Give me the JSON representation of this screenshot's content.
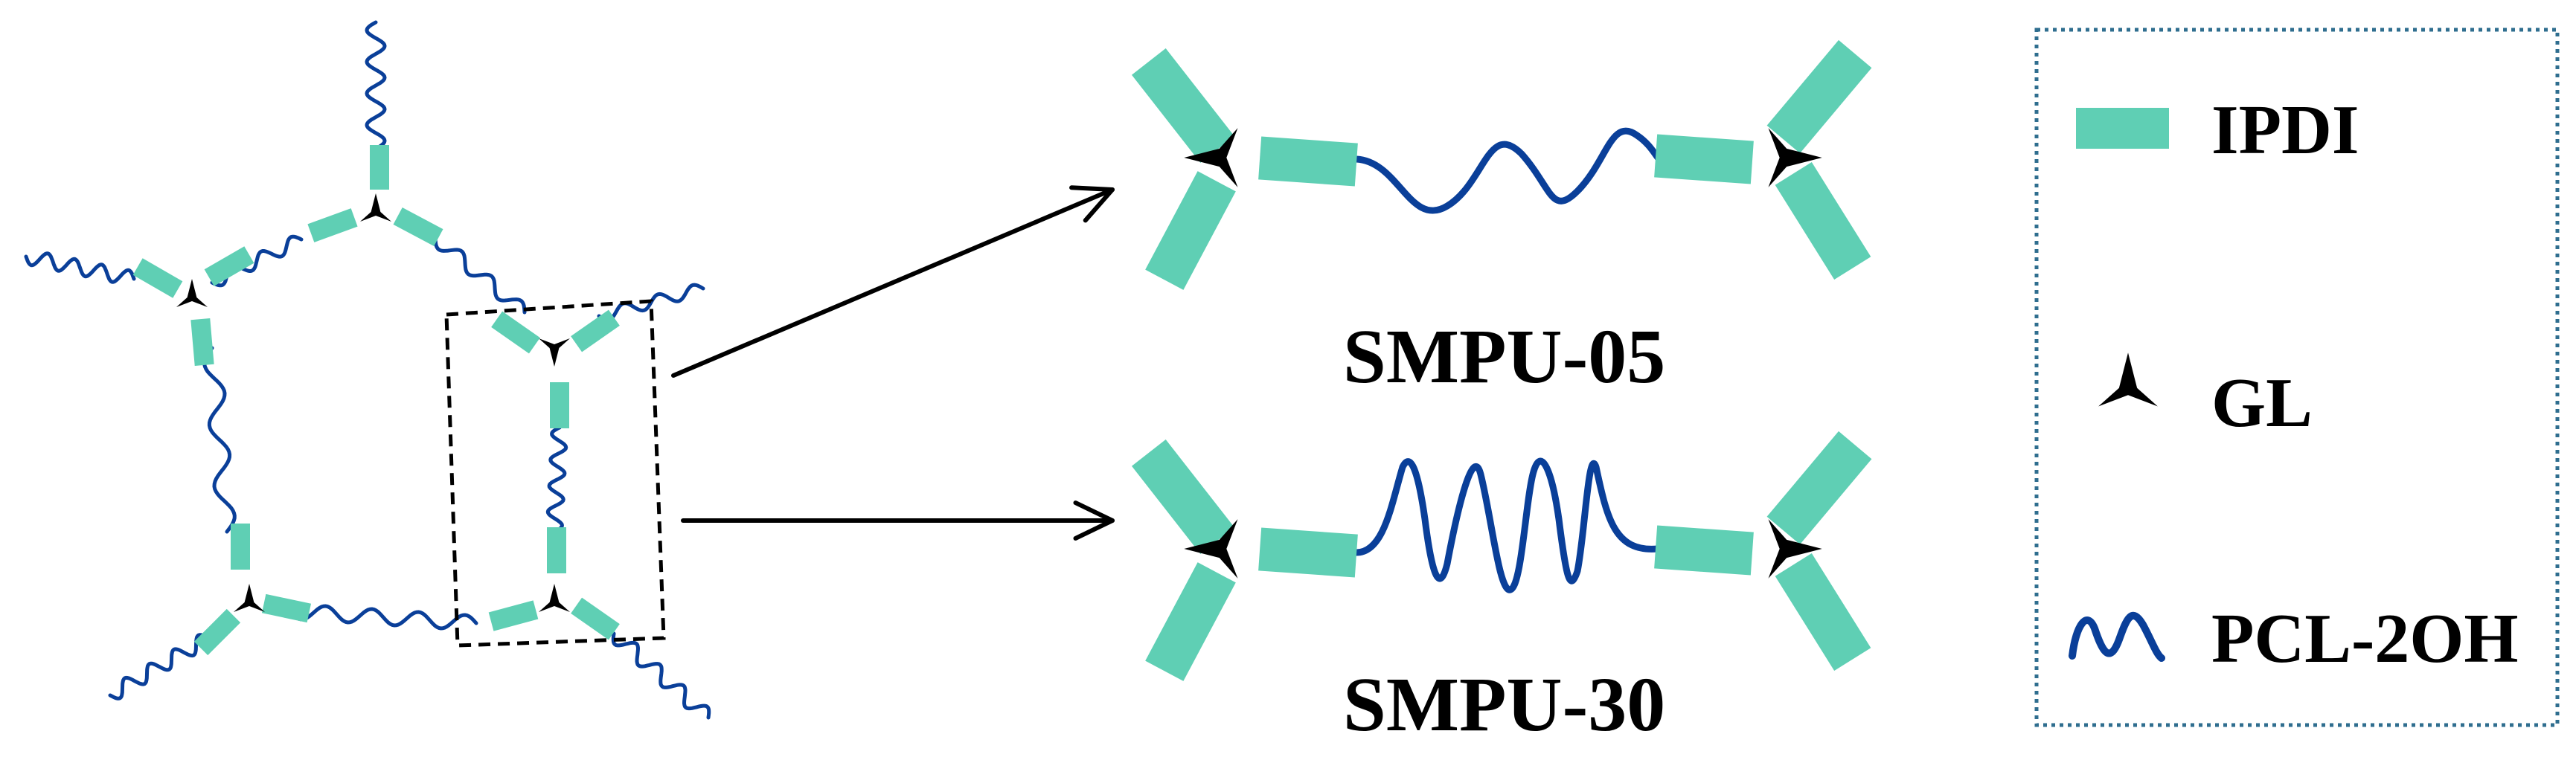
{
  "colors": {
    "ipdi": "#5fcfb4",
    "pcl_chain": "#0a3f99",
    "gl": "#000000",
    "arrow": "#000000",
    "legend_border": "#2f6e8f",
    "selection_box": "#000000"
  },
  "captions": {
    "top": "SMPU-05",
    "bottom": "SMPU-30"
  },
  "legend": {
    "items": [
      {
        "symbol": "ipdi-block",
        "label": "IPDI"
      },
      {
        "symbol": "gl-node",
        "label": "GL"
      },
      {
        "symbol": "pcl-chain",
        "label": "PCL-2OH"
      }
    ]
  }
}
